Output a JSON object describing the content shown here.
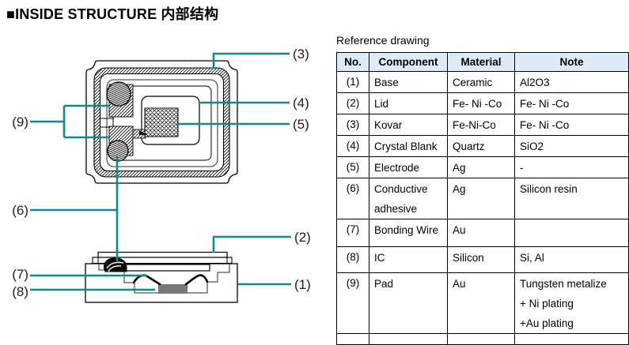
{
  "title": "■INSIDE STRUCTURE 内部结构",
  "reference": {
    "caption": "Reference drawing"
  },
  "table": {
    "headers": {
      "no": "No.",
      "component": "Component",
      "material": "Material",
      "note": "Note"
    },
    "rows": [
      {
        "no": "(1)",
        "component": "Base",
        "material": "Ceramic",
        "note": "Al2O3"
      },
      {
        "no": "(2)",
        "component": "Lid",
        "material": "Fe- Ni -Co",
        "note": "Fe- Ni -Co"
      },
      {
        "no": "(3)",
        "component": "Kovar",
        "material": "Fe-Ni-Co",
        "note": "Fe- Ni -Co"
      },
      {
        "no": "(4)",
        "component": "Crystal Blank",
        "material": "Quartz",
        "note": "SiO2"
      },
      {
        "no": "(5)",
        "component": "Electrode",
        "material": "Ag",
        "note": "-"
      },
      {
        "no": "(6)",
        "component": "Conductive adhesive",
        "material": "Ag",
        "note": "Silicon resin"
      },
      {
        "no": "(7)",
        "component": "Bonding Wire",
        "material": "Au",
        "note": ""
      },
      {
        "no": "(8)",
        "component": "IC",
        "material": "Silicon",
        "note": "Si, Al"
      },
      {
        "no": "(9)",
        "component": "Pad",
        "material": "Au",
        "note": "Tungsten metalize\n+ Ni plating\n+Au plating"
      }
    ]
  },
  "callouts": {
    "c1": "(1)",
    "c2": "(2)",
    "c3": "(3)",
    "c4": "(4)",
    "c5": "(5)",
    "c6": "(6)",
    "c7": "(7)",
    "c8": "(8)",
    "c9": "(9)"
  },
  "colors": {
    "leader_line": "#0e8a8a",
    "table_header_bg": "#dcebf8",
    "ic_fill": "#787878"
  }
}
